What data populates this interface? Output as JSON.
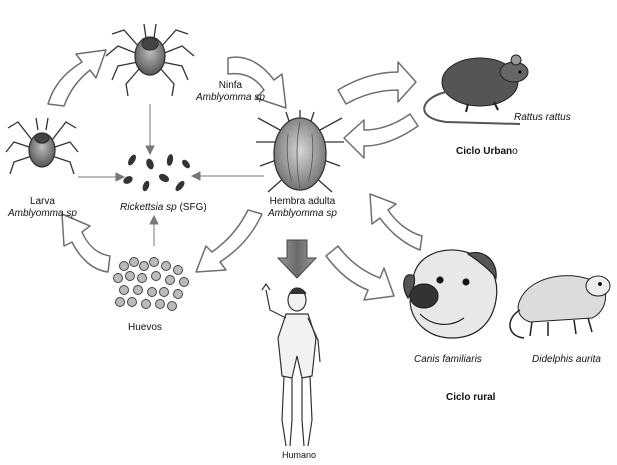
{
  "nodes": {
    "ninfa": {
      "name": "Ninfa",
      "species": "Amblyomma sp"
    },
    "larva": {
      "name": "Larva",
      "species": "Amblyomma sp"
    },
    "hembra": {
      "name": "Hembra adulta",
      "species": "Amblyomma sp"
    },
    "rickettsia": {
      "species": "Rickettsia sp",
      "note": "(SFG)"
    },
    "huevos": {
      "name": "Huevos"
    },
    "humano": {
      "name": "Humano"
    },
    "rattus": {
      "species": "Rattus rattus"
    },
    "canis": {
      "species": "Canis familiaris"
    },
    "didelphis": {
      "species": "Didelphis aurita"
    }
  },
  "cycles": {
    "urbano": {
      "prefix": "Ciclo Urban",
      "suffix": "o"
    },
    "rural": {
      "label": "Ciclo rural"
    }
  },
  "colors": {
    "arrow_fill": "#ffffff",
    "arrow_stroke": "#6f6f6f",
    "down_arrow_fill": "#7b7b7b",
    "ink": "#333333"
  }
}
